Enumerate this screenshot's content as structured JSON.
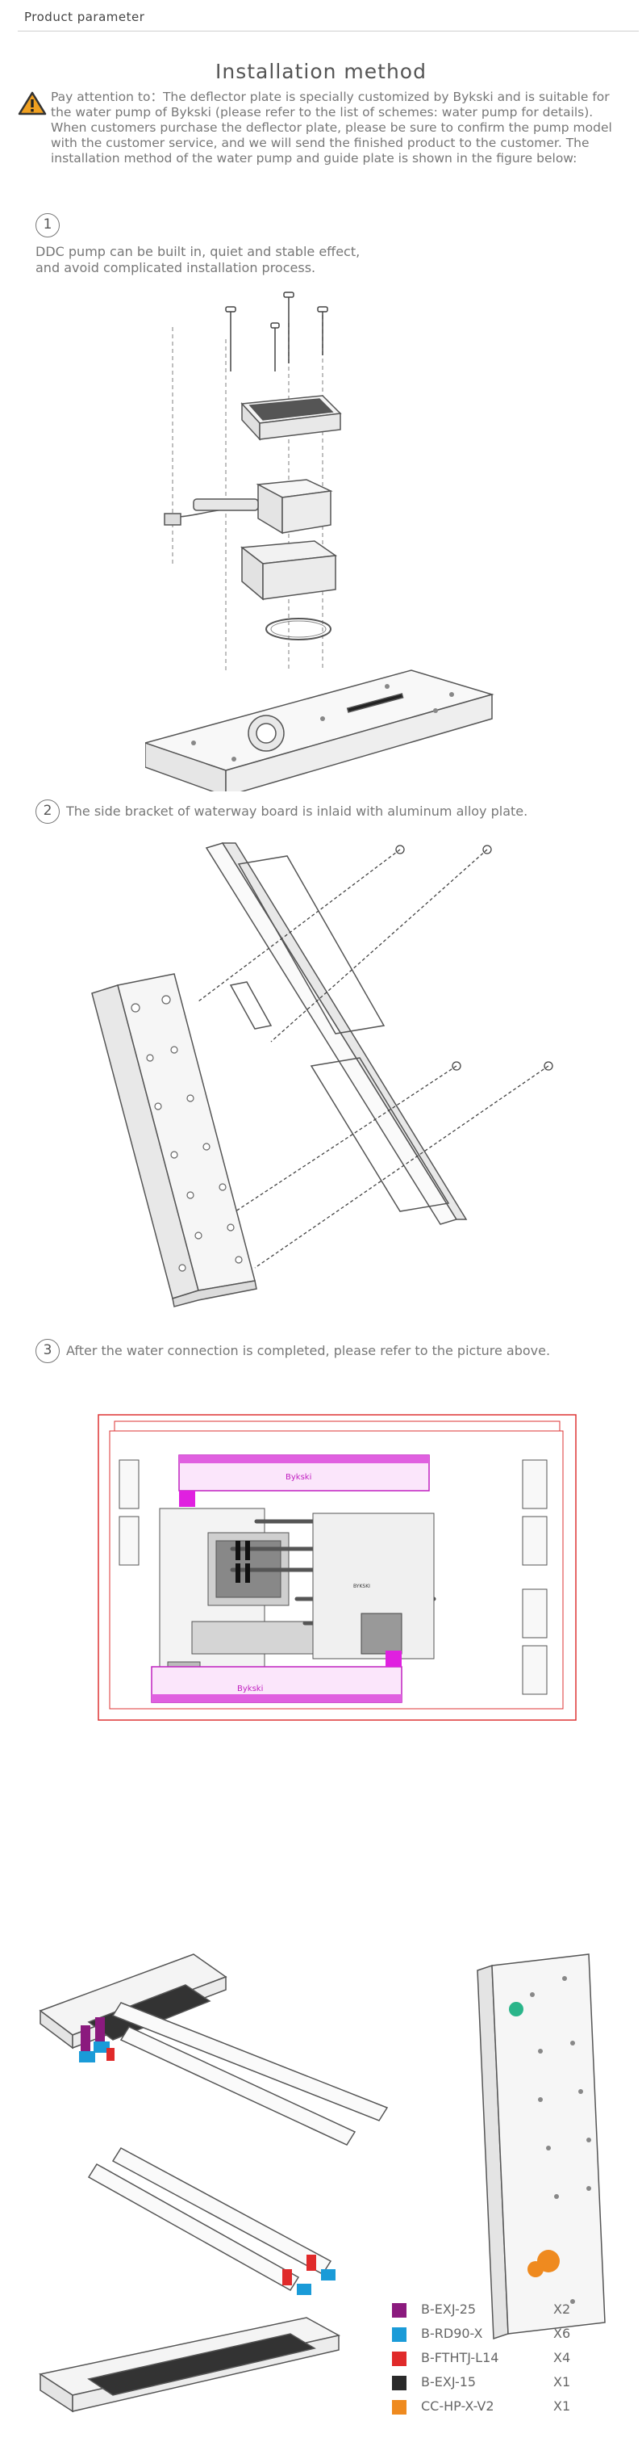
{
  "header": {
    "title": "Product parameter"
  },
  "heading": "Installation method",
  "notice": "Pay attention to：The deflector plate is specially customized by Bykski and is suitable for the water pump of Bykski (please refer to the list of schemes: water pump for details). When customers purchase the deflector plate, please be sure to confirm the pump model with the customer service, and we will send the finished product to the customer. The installation method of the water pump and guide plate is shown in the figure below:",
  "steps": [
    {
      "number": "1",
      "text": "DDC pump can be built in, quiet and stable effect,\nand avoid complicated installation process."
    },
    {
      "number": "2",
      "text": "The side bracket of waterway board is inlaid with aluminum alloy plate."
    },
    {
      "number": "3",
      "text": "After the water connection is completed, please refer to the picture above."
    }
  ],
  "diagram_labels": {
    "top_radiator_brand": "Bykski",
    "bottom_radiator_brand": "Bykski",
    "board_label": "BYKSKI"
  },
  "legend": [
    {
      "name": "B-EXJ-25",
      "qty": "X2",
      "color": "#8b1a7e"
    },
    {
      "name": "B-RD90-X",
      "qty": "X6",
      "color": "#1a9bd8"
    },
    {
      "name": "B-FTHTJ-L14",
      "qty": "X4",
      "color": "#e02a2a"
    },
    {
      "name": "B-EXJ-15",
      "qty": "X1",
      "color": "#2a2a2a"
    },
    {
      "name": "CC-HP-X-V2",
      "qty": "X1",
      "color": "#ef8a1f"
    }
  ]
}
